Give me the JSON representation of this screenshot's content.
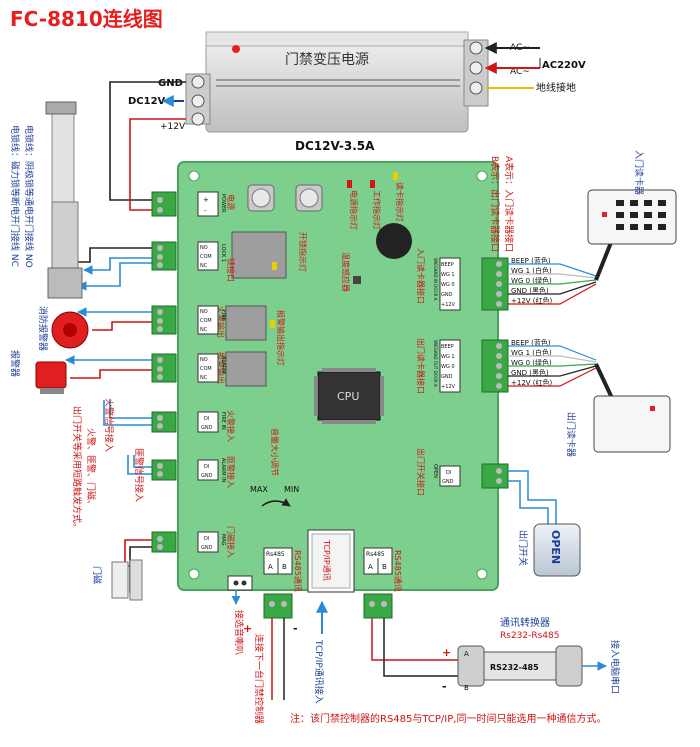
{
  "title": "FC-8810连线图",
  "colors": {
    "title": "#e61e1e",
    "board": "#7dcf8e",
    "board_edge": "#4aa35e",
    "terminal": "#3aa845",
    "wire_red": "#d11414",
    "wire_blue": "#2a8bd8",
    "wire_dark": "#222222",
    "text_red": "#d11414",
    "text_blue": "#1f5fb0",
    "psu": "#dcdcdc"
  },
  "psu": {
    "label": "门禁变压电源",
    "rating": "DC12V-3.5A",
    "gnd": "GND",
    "dc12v": "DC12V",
    "plus12v": "+12V",
    "ac1": "AC~",
    "ac2": "AC~",
    "ac220": "AC220V",
    "ground": "地线接地"
  },
  "left_notes": {
    "lock_line1": "电锁线：磁力锁等断电开门接线 NC",
    "lock_line2": "电锁线：阴极锁等通电开门接线 NO",
    "fire_alarm": "消防报警器",
    "alarm": "报警器",
    "fire_signal": "火警信号接入",
    "alarm_signal": "匪警信号接入",
    "triggers_1": "火警、匪警、门磁、",
    "triggers_2": "出门开关等采用短路触发方式。",
    "door_sensor": "门磁",
    "bell": "接选音喇叭",
    "next_ctrl": "连接下一台门禁控制器"
  },
  "board": {
    "power": "电源",
    "lock_port": "锁接口",
    "fire_out": "火警输出",
    "alarm_out": "报警输出",
    "fire_in": "火警接入",
    "alarm_in": "匪警接入",
    "mag_in": "门磁接入",
    "lock_led": "开锁指示灯",
    "alarm_led": "报警输出指示灯",
    "pwr_led": "电源指示灯",
    "work_led": "工作指示灯",
    "card_led": "读卡指示灯",
    "temp": "温度感应器",
    "volume": "音量大小调节",
    "max": "MAX",
    "min": "MIN",
    "reader_in": "入门读卡器接口",
    "reader_out": "出门读卡器接口",
    "exit_btn_port": "出门开关接口",
    "cpu": "CPU",
    "tcp": "TCP/IP通讯",
    "rs485a": "RS485通讯",
    "rs485b": "RS485通讯",
    "rs485_label": "Rs485",
    "ab_a": "A",
    "ab_b": "B",
    "t_power": [
      "+",
      "-"
    ],
    "t_lock": [
      "NO",
      "COM",
      "NC"
    ],
    "t_fire": [
      "NO",
      "COM",
      "NC"
    ],
    "t_alarm": [
      "NO",
      "COM",
      "NC"
    ],
    "t_firein": [
      "DI",
      "GND"
    ],
    "t_alarmin": [
      "DI",
      "GND"
    ],
    "t_mag": [
      "DI",
      "GND"
    ],
    "t_exit": [
      "DI",
      "GND"
    ],
    "t_reader": [
      "BEEP",
      "WG 1",
      "WG 0",
      "GND",
      "+12V"
    ],
    "tag_power": "POWER",
    "tag_lock": "LOCK 1",
    "tag_fire": "FIRE",
    "tag_alarm": "ALARM",
    "tag_firein": "FIRE IN",
    "tag_alarmin": "ALARM IN",
    "tag_mag": "MAG",
    "tag_reader_in": "WIEGAND IN DOOR A",
    "tag_reader_out": "WIEGAND OUT DOOR A",
    "tag_open": "OPEN"
  },
  "right": {
    "ab_line1": "A表示：入门读卡器接口",
    "ab_line2": "B表示：出门读卡器接口",
    "reader_in_name": "入门读卡器",
    "reader_out_name": "出门读卡器",
    "wires": [
      "BEEP (蓝色)",
      "WG 1 (白色)",
      "WG 0 (绿色)",
      "GND (黑色)",
      "+12V (红色)"
    ],
    "open_btn": "OPEN",
    "exit_switch": "出门开关",
    "converter": "通讯转换器",
    "converter_model": "Rs232-Rs485",
    "converter_box": "RS232-485",
    "pc": "接入电脑串口",
    "conv_a": "A",
    "conv_b": "B"
  },
  "bottom": {
    "tcp_in": "TCP/IP通讯接入",
    "note": "注：该门禁控制器的RS485与TCP/IP,同一时间只能选用一种通信方式。",
    "plus": "+",
    "minus": "-"
  }
}
